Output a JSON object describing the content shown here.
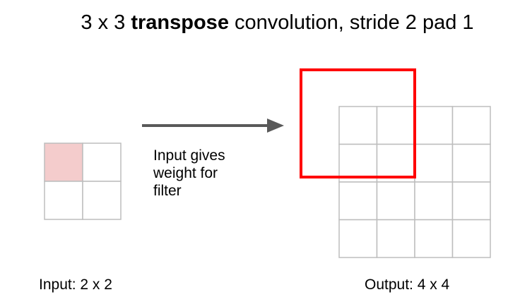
{
  "title": {
    "prefix": "3 x 3 ",
    "bold": "transpose",
    "suffix": " convolution, stride 2 pad 1"
  },
  "arrow_label": {
    "lines": [
      "Input gives",
      "weight for",
      "filter"
    ]
  },
  "input_caption": "Input: 2 x 2",
  "output_caption": "Output: 4 x 4",
  "input_grid": {
    "rows": 2,
    "cols": 2,
    "highlighted_cell": [
      0,
      0
    ]
  },
  "output_grid": {
    "rows": 4,
    "cols": 4
  },
  "filter": {
    "size": 3,
    "stride": 2,
    "pad": 1
  },
  "colors": {
    "grid_line": "#bdbdbd",
    "highlight_fill": "#f4cccc",
    "filter_outline": "#ff0000",
    "arrow": "#595959",
    "text": "#000000"
  }
}
